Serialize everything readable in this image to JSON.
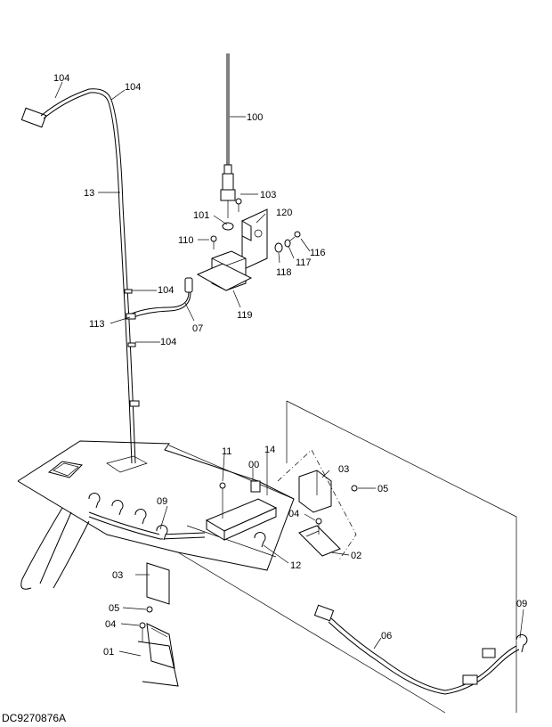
{
  "drawing_code": "DC9270876A",
  "callouts": [
    "104",
    "104",
    "13",
    "100",
    "103",
    "101",
    "120",
    "110",
    "116",
    "117",
    "118",
    "119",
    "104",
    "07",
    "113",
    "104",
    "11",
    "14",
    "00",
    "03",
    "05",
    "04",
    "09",
    "02",
    "12",
    "03",
    "05",
    "04",
    "01",
    "06",
    "09"
  ]
}
